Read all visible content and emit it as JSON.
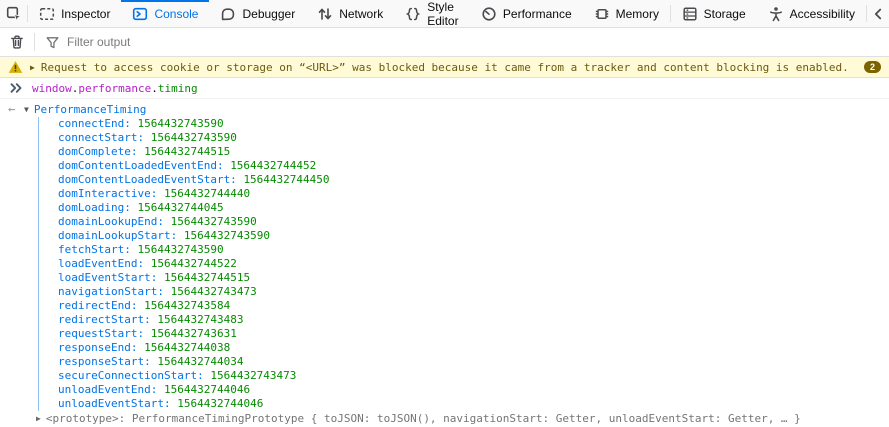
{
  "colors": {
    "accent_blue": "#0074e8",
    "value_green": "#058b00",
    "variable_purple": "#b520c8",
    "warning_bg": "#fffbd6",
    "warning_text": "#6c5914",
    "warning_badge_bg": "#7c6300",
    "prototype_gray": "#757575"
  },
  "toolbar": {
    "tabs": [
      {
        "id": "inspector",
        "label": "Inspector",
        "icon": "inspector-icon",
        "active": false
      },
      {
        "id": "console",
        "label": "Console",
        "icon": "console-icon",
        "active": true
      },
      {
        "id": "debugger",
        "label": "Debugger",
        "icon": "debugger-icon",
        "active": false
      },
      {
        "id": "network",
        "label": "Network",
        "icon": "network-icon",
        "active": false
      },
      {
        "id": "style-editor",
        "label": "Style Editor",
        "icon": "style-editor-icon",
        "active": false
      },
      {
        "id": "performance",
        "label": "Performance",
        "icon": "performance-icon",
        "active": false
      },
      {
        "id": "memory",
        "label": "Memory",
        "icon": "memory-icon",
        "active": false
      },
      {
        "id": "storage",
        "label": "Storage",
        "icon": "storage-icon",
        "active": false,
        "separator_before": true
      },
      {
        "id": "accessibility",
        "label": "Accessibility",
        "icon": "accessibility-icon",
        "active": false
      }
    ]
  },
  "filter_bar": {
    "placeholder": "Filter output"
  },
  "messages": {
    "warning": {
      "text": "Request to access cookie or storage on “<URL>” was blocked because it came from a tracker and content blocking is enabled.",
      "badge_count": "2"
    },
    "input_echo": {
      "segments": [
        {
          "text": "window",
          "color": "purple"
        },
        {
          "text": ".",
          "color": "plain"
        },
        {
          "text": "performance",
          "color": "purple"
        },
        {
          "text": ".",
          "color": "plain"
        },
        {
          "text": "timing",
          "color": "green"
        }
      ]
    },
    "result": {
      "object_class": "PerformanceTiming",
      "properties": [
        {
          "name": "connectEnd",
          "value": "1564432743590"
        },
        {
          "name": "connectStart",
          "value": "1564432743590"
        },
        {
          "name": "domComplete",
          "value": "1564432744515"
        },
        {
          "name": "domContentLoadedEventEnd",
          "value": "1564432744452"
        },
        {
          "name": "domContentLoadedEventStart",
          "value": "1564432744450"
        },
        {
          "name": "domInteractive",
          "value": "1564432744440"
        },
        {
          "name": "domLoading",
          "value": "1564432744045"
        },
        {
          "name": "domainLookupEnd",
          "value": "1564432743590"
        },
        {
          "name": "domainLookupStart",
          "value": "1564432743590"
        },
        {
          "name": "fetchStart",
          "value": "1564432743590"
        },
        {
          "name": "loadEventEnd",
          "value": "1564432744522"
        },
        {
          "name": "loadEventStart",
          "value": "1564432744515"
        },
        {
          "name": "navigationStart",
          "value": "1564432743473"
        },
        {
          "name": "redirectEnd",
          "value": "1564432743584"
        },
        {
          "name": "redirectStart",
          "value": "1564432743483"
        },
        {
          "name": "requestStart",
          "value": "1564432743631"
        },
        {
          "name": "responseEnd",
          "value": "1564432744038"
        },
        {
          "name": "responseStart",
          "value": "1564432744034"
        },
        {
          "name": "secureConnectionStart",
          "value": "1564432743473"
        },
        {
          "name": "unloadEventEnd",
          "value": "1564432744046"
        },
        {
          "name": "unloadEventStart",
          "value": "1564432744046"
        }
      ],
      "prototype_label": "<prototype>: ",
      "prototype_value": "PerformanceTimingPrototype { toJSON: toJSON(), navigationStart: Getter, unloadEventStart: Getter, … }"
    }
  }
}
